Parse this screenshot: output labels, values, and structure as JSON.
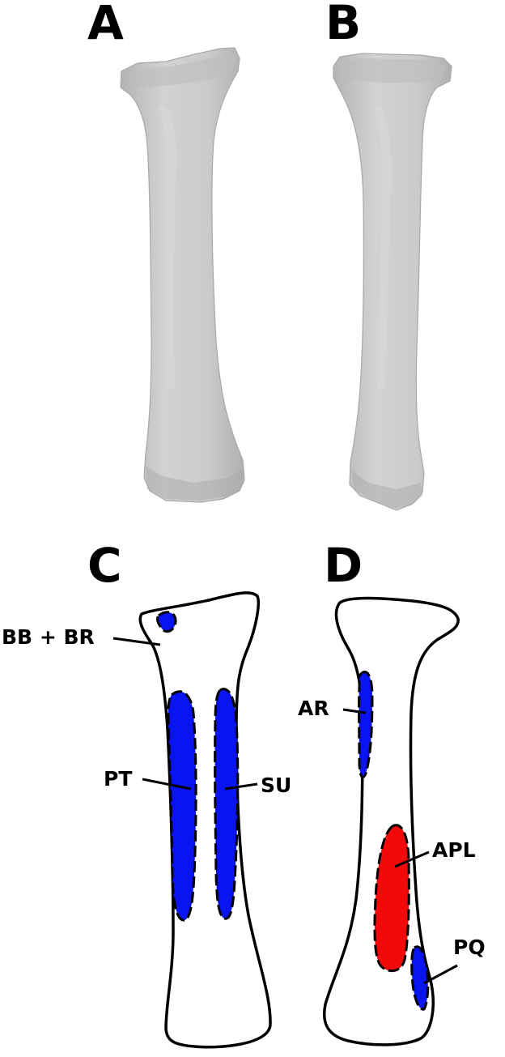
{
  "figure": {
    "panels": [
      {
        "letter": "A",
        "content": "3d-bone-render"
      },
      {
        "letter": "B",
        "content": "3d-bone-render"
      },
      {
        "letter": "C",
        "content": "bone-outline-with-attachment-areas"
      },
      {
        "letter": "D",
        "content": "bone-outline-with-attachment-areas"
      }
    ],
    "labels": {
      "bb_br": "BB + BR",
      "pt": "PT",
      "su": "SU",
      "ar": "AR",
      "apl": "APL",
      "pq": "PQ"
    },
    "colors": {
      "bone_render": "#c9c9c9",
      "attachment_blue": "#0a14f0",
      "attachment_red": "#f20a0a",
      "outline": "#000000"
    }
  }
}
